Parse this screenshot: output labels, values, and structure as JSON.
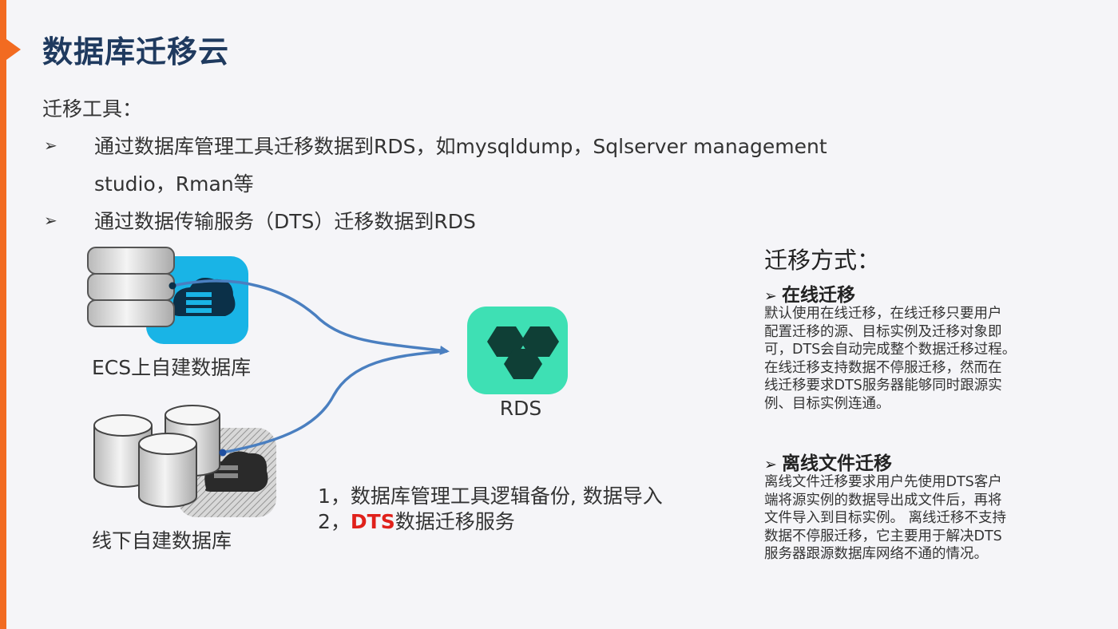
{
  "slide": {
    "title": "数据库迁移云",
    "tools_heading": "迁移工具：",
    "bullets": [
      {
        "line1": "通过数据库管理工具迁移数据到RDS，如mysqldump，Sqlserver management",
        "line2": "studio，Rman等"
      },
      {
        "line1": "通过数据传输服务（DTS）迁移数据到RDS"
      }
    ]
  },
  "diagram": {
    "ecs_label": "ECS上自建数据库",
    "offline_label": "线下自建数据库",
    "rds_label": "RDS",
    "note1": "1，数据库管理工具逻辑备份, 数据导入",
    "note2_prefix": "2，",
    "note2_highlight": "DTS",
    "note2_suffix": "数据迁移服务"
  },
  "methods": {
    "heading": "迁移方式：",
    "online_title": "在线迁移",
    "online_lines": [
      "默认使用在线迁移，在线迁移只要用户",
      "配置迁移的源、目标实例及迁移对象即",
      "可，DTS会自动完成整个数据迁移过程。",
      "在线迁移支持数据不停服迁移，然而在",
      "线迁移要求DTS服务器能够同时跟源实",
      "例、目标实例连通。"
    ],
    "offline_title": "离线文件迁移",
    "offline_lines": [
      "离线文件迁移要求用户先使用DTS客户",
      "端将源实例的数据导出成文件后，再将",
      "文件导入到目标实例。 离线迁移不支持",
      "数据不停服迁移，它主要用于解决DTS",
      "服务器跟源数据库网络不通的情况。"
    ]
  },
  "colors": {
    "accent": "#f26b21",
    "title": "#1f3a5f",
    "rds_tile": "#3ee0b4",
    "ecs_tile": "#19b4e6",
    "arrow": "#4a7fc0",
    "highlight": "#e0211b"
  }
}
